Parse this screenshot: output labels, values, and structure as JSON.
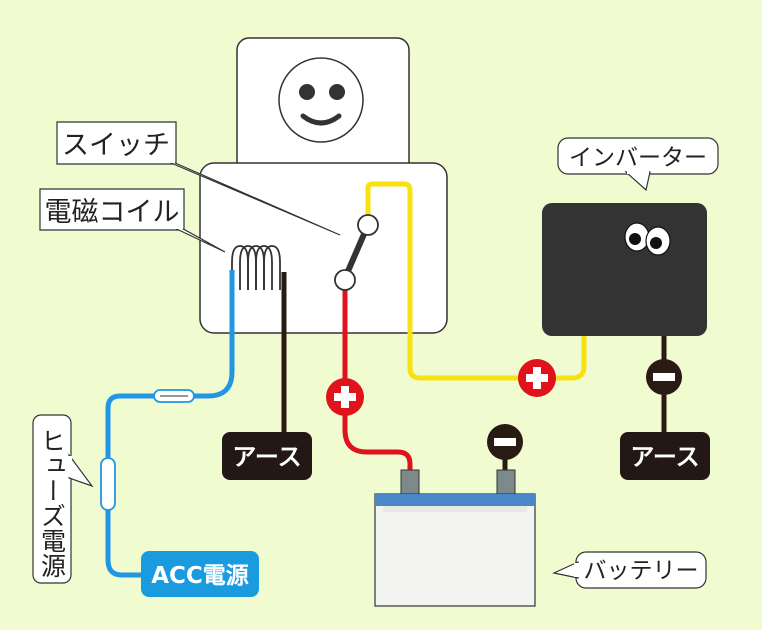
{
  "labels": {
    "switch": "スイッチ",
    "coil": "電磁コイル",
    "inverter": "インバーター",
    "battery": "バッテリー",
    "fuse_power": "ヒューズ電源",
    "acc_power": "ACC電源",
    "ground_left": "アース",
    "ground_right": "アース"
  },
  "colors": {
    "background": "#f0fbd0",
    "panel": "#ffffff",
    "panel_stroke": "#333333",
    "wire_yellow": "#f7e20f",
    "wire_red": "#e0121b",
    "wire_blue": "#2196e3",
    "wire_black": "#2a1a14",
    "inverter_body": "#333333",
    "ground_tag": "#231815",
    "acc_tag": "#1a9be0",
    "battery_band": "#4a86c8"
  },
  "icons": [
    "smiley-face-icon",
    "plus-terminal-icon",
    "minus-terminal-icon",
    "cartoon-eyes-icon",
    "fuse-icon",
    "coil-icon"
  ]
}
